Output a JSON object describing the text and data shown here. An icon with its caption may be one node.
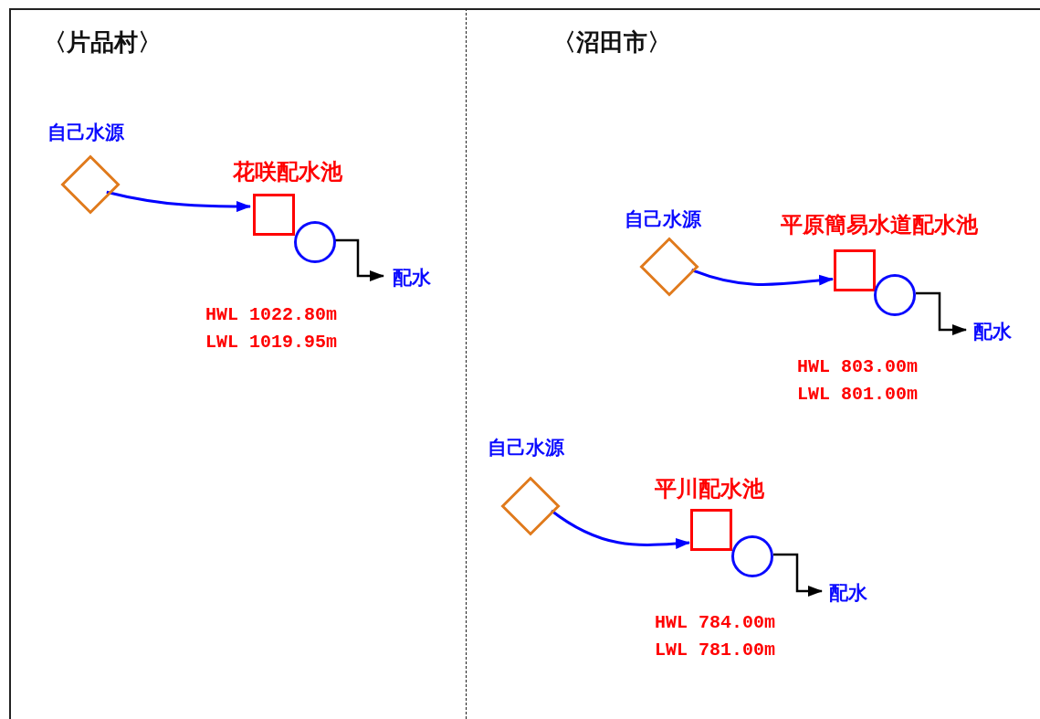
{
  "diagram": {
    "nodes": [
      {
        "text": [
          "〈片品村〉"
        ]
      },
      {
        "text": [
          "自己水源"
        ],
        "in": 0
      },
      {
        "text": [
          "花咲配水池"
        ],
        "beside": [
          "HWL 1022.80m",
          "LWL 1019.95m"
        ],
        "in": 0
      },
      {
        "text": [],
        "shape": "circle",
        "in": 0
      },
      {
        "text": [
          "配水"
        ],
        "in": 0
      },
      {
        "text": [
          "〈沼田市〉"
        ]
      },
      {
        "text": [
          "自己水源"
        ],
        "in": 5
      },
      {
        "text": [
          "平原簡易水道配水池"
        ],
        "beside": [
          "HWL 803.00m",
          "LWL 801.00m"
        ],
        "in": 5
      },
      {
        "text": [],
        "shape": "circle",
        "in": 5
      },
      {
        "text": [
          "配水"
        ],
        "in": 5
      },
      {
        "text": [
          "自己水源"
        ],
        "in": 5
      },
      {
        "text": [
          "平川配水池"
        ],
        "beside": [
          "HWL 784.00m",
          "LWL 781.00m"
        ],
        "in": 5
      },
      {
        "text": [],
        "shape": "circle",
        "in": 5
      },
      {
        "text": [
          "配水"
        ],
        "in": 5
      }
    ],
    "edges": [
      {
        "from": 1,
        "to": 2,
        "arrow": "to",
        "color": "#0000ff"
      },
      {
        "from": 3,
        "to": 4,
        "arrow": "to",
        "color": "#000000"
      },
      {
        "from": 6,
        "to": 7,
        "arrow": "to",
        "color": "#0000ff"
      },
      {
        "from": 8,
        "to": 9,
        "arrow": "to",
        "color": "#000000"
      },
      {
        "from": 10,
        "to": 11,
        "arrow": "to",
        "color": "#0000ff"
      },
      {
        "from": 12,
        "to": 13,
        "arrow": "to",
        "color": "#000000"
      }
    ]
  }
}
